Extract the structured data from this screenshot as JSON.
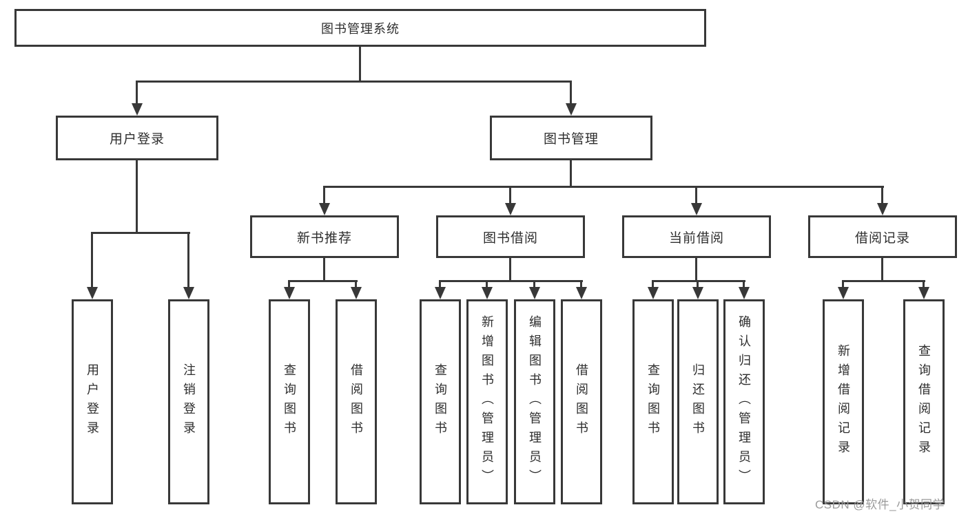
{
  "diagram": {
    "title": "图书管理系统",
    "nodes": {
      "root": "图书管理系统",
      "user_login": {
        "label": "用户登录",
        "children": {
          "login": "用户登录",
          "logout": "注销登录"
        }
      },
      "book_management": {
        "label": "图书管理",
        "sections": {
          "new_book_recommendation": {
            "label": "新书推荐",
            "children": {
              "query_books": "查询图书",
              "borrow_books": "借阅图书"
            }
          },
          "book_borrowing": {
            "label": "图书借阅",
            "children": {
              "query_books": "查询图书",
              "add_books": "新增图书（管理员）",
              "edit_books": "编辑图书（管理员）",
              "borrow_books": "借阅图书"
            }
          },
          "current_borrowing": {
            "label": "当前借阅",
            "children": {
              "query_books": "查询图书",
              "return_books": "归还图书",
              "confirm_return": "确认归还（管理员）"
            }
          },
          "borrowing_records": {
            "label": "借阅记录",
            "children": {
              "add_record": "新增借阅记录",
              "query_record": "查询借阅记录"
            }
          }
        }
      }
    },
    "colors": {
      "line": "#383838",
      "box_border": "#383838",
      "text": "#2e2e2e",
      "background": "#ffffff",
      "watermark": "#9b9b9b"
    }
  },
  "watermark": "CSDN @软件_小贺同学"
}
